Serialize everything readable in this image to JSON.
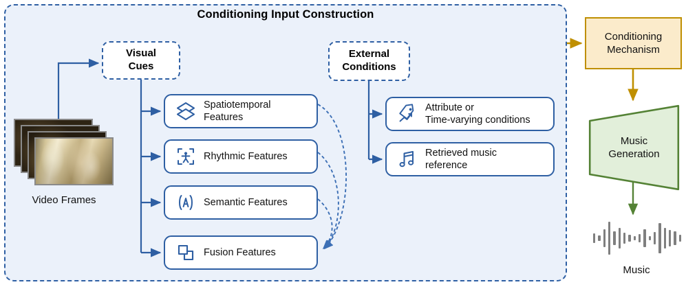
{
  "panel": {
    "title": "Conditioning Input Construction"
  },
  "groups": {
    "visual_cues": {
      "label": "Visual\nCues",
      "icon": "dashed-group-box"
    },
    "external_conditions": {
      "label": "External\nConditions",
      "icon": "dashed-group-box"
    }
  },
  "video": {
    "label": "Video Frames",
    "frame_count": 4,
    "icon": "video-frames-stack"
  },
  "features": [
    {
      "label": "Spatiotemporal\nFeatures",
      "icon": "layers-stack-icon"
    },
    {
      "label": "Rhythmic Features",
      "icon": "pose-person-icon"
    },
    {
      "label": "Semantic Features",
      "icon": "bracket-a-icon"
    },
    {
      "label": "Fusion Features",
      "icon": "overlapping-squares-icon"
    }
  ],
  "conditions": [
    {
      "label": "Attribute or\nTime-varying conditions",
      "icon": "tag-trendline-icon"
    },
    {
      "label": "Retrieved music\nreference",
      "icon": "music-note-icon"
    }
  ],
  "pipeline": {
    "conditioning_mechanism": {
      "label": "Conditioning\nMechanism"
    },
    "music_generation": {
      "label": "Music\nGeneration"
    },
    "output": {
      "label": "Music",
      "icon": "audio-waveform-icon"
    }
  },
  "waveform_bars": [
    14,
    8,
    26,
    48,
    20,
    30,
    16,
    10,
    6,
    12,
    26,
    6,
    18,
    44,
    30,
    24,
    20,
    10
  ],
  "colors": {
    "panel_fill": "#EBF1FA",
    "panel_border": "#2E5FA3",
    "box_border": "#2E5FA3",
    "arrow_blue": "#2E5FA3",
    "conditioning_fill": "#FBEBCB",
    "conditioning_border": "#BF8F00",
    "generation_fill": "#E2EFDA",
    "generation_border": "#548235",
    "waveform_gray": "#7f7f7f"
  }
}
